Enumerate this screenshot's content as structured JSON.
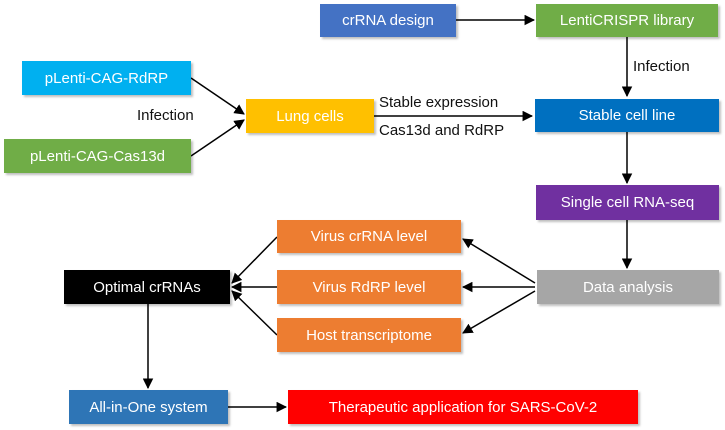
{
  "nodes": {
    "crrna_design": "crRNA design",
    "lenticrispr_library": "LentiCRISPR library",
    "plenti_rdrp": "pLenti-CAG-RdRP",
    "plenti_cas13d": "pLenti-CAG-Cas13d",
    "lung_cells": "Lung cells",
    "stable_cell_line": "Stable cell line",
    "single_cell_rnaseq": "Single cell RNA-seq",
    "data_analysis": "Data analysis",
    "virus_crrna_level": "Virus crRNA level",
    "virus_rdrp_level": "Virus RdRP level",
    "host_transcriptome": "Host transcriptome",
    "optimal_crrnas": "Optimal crRNAs",
    "all_in_one_system": "All-in-One system",
    "therapeutic_application": "Therapeutic application for SARS-CoV-2"
  },
  "labels": {
    "infection_left": "Infection",
    "infection_right": "Infection",
    "stable_expression": "Stable expression",
    "cas13d_rdrp": "Cas13d and RdRP"
  },
  "colors": {
    "blue": "#4472c4",
    "green": "#70ad47",
    "cyan": "#00b0f0",
    "yellow": "#ffc000",
    "dark_blue": "#0070c0",
    "purple": "#7030a0",
    "gray": "#a6a6a6",
    "orange": "#ed7d31",
    "black": "#000000",
    "steel_blue": "#2e75b6",
    "red": "#ff0000",
    "arrow": "#000000"
  }
}
